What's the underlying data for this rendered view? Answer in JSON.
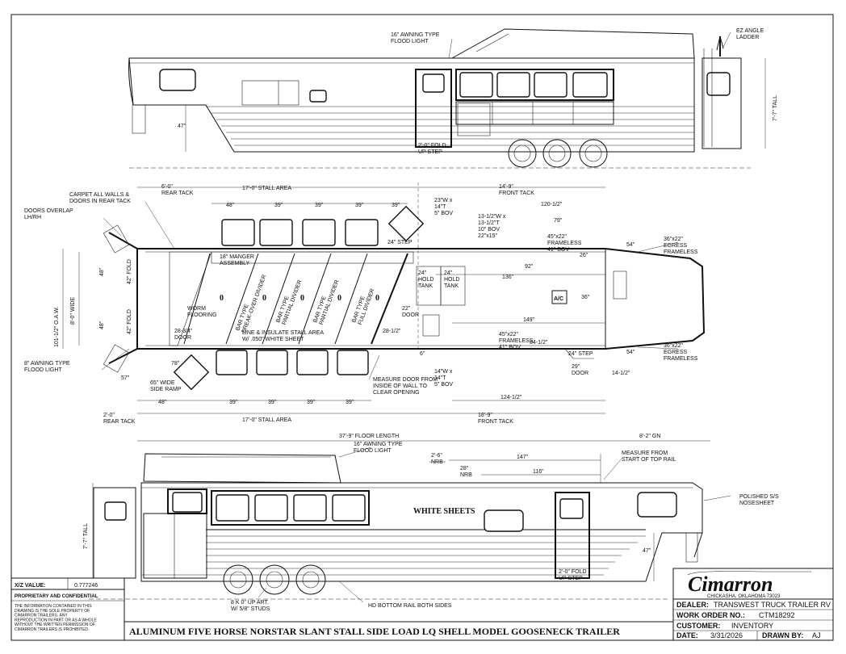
{
  "top_view": {
    "awning_light": "16\" AWNING TYPE\nFLOOD LIGHT",
    "angle_ladder": "EZ ANGLE\nLADDER",
    "height": "7'-7\" TALL",
    "step": "2'-0\" FOLD\nUP STEP",
    "dim_47": "47\""
  },
  "plan_view": {
    "rear_tack_top": "6'-0\"\nREAR TACK",
    "stall_area_top": "17'-0\" STALL AREA",
    "front_tack_top": "14'-9\"\nFRONT TACK",
    "stall_dims_top": [
      "48\"",
      "39\"",
      "39\"",
      "39\"",
      "39\""
    ],
    "carpet": "CARPET ALL WALLS &\nDOORS IN REAR TACK",
    "doors_overlap": "DOORS OVERLAP\nLH/RH",
    "manger": "18\" MANGER\nASSEMBLY",
    "window_23": "23\"W x\n14\"T\n5\" BOV",
    "window_13": "13-1/2\"W x\n13-1/2\"T\n10\" BOV\n22\"x15\"",
    "dim_120": "120-1/2\"",
    "dim_79": "79\"",
    "frameless_top": "45\"x22\"\nFRAMELESS\n41\" BOV",
    "egress_top": "36\"x22\"\nEGRESS\nFRAMELESS",
    "dim_54_top": "54\"",
    "dim_26": "26\"",
    "dim_92": "92\"",
    "dim_136": "136\"",
    "dim_149": "149\"",
    "dim_36_ac": "36\"",
    "ac_label": "A/C",
    "hold_tank_1": "24\"\nHOLD\nTANK",
    "hold_tank_2": "24\"\nHOLD\nTANK",
    "step_24": "24\" STEP",
    "oaw": "101-1/2\" O.A.W.",
    "wide": "8'-0\" WIDE",
    "dim_48_side_1": "48\"",
    "dim_48_side_2": "48\"",
    "fold_labels": [
      "42\" FOLD",
      "42\" FOLD"
    ],
    "worm_flooring": "WORM\nFLOORING",
    "dividers": [
      "BAR TYPE\nBREAK-OVER DIVIDER",
      "BAR TYPE\nPARTIAL DIVIDER",
      "BAR TYPE\nPARTIAL DIVIDER",
      "BAR TYPE\nFULL DIVIDER"
    ],
    "stall_ids": [
      "0",
      "0",
      "0",
      "0",
      "0"
    ],
    "door_28": "28-3/4\"\nDOOR",
    "line_insulate": "LINE & INSULATE STALL AREA\nW/ .050\" WHITE SHEET",
    "dim_22_door": "22\"\nDOOR",
    "dim_28_half": "28-1/2\"",
    "dim_6": "6\"",
    "dim_84": "84-1/2\"",
    "frameless_bot": "45\"x22\"\nFRAMELESS\n41\" BOV",
    "egress_bot": "36\"x22\"\nEGRESS\nFRAMELESS",
    "dim_54_bot": "54\"",
    "step_24_bot": "24\" STEP",
    "door_29": "29\"\nDOOR",
    "dim_14": "14-1/2\"",
    "awning_left": "8\" AWNING TYPE\nFLOOD LIGHT",
    "dim_78": "78\"",
    "dim_57": "57\"",
    "side_ramp": "65\" WIDE\nSIDE RAMP",
    "measure_door": "MEASURE DOOR FROM\nINSIDE OF WALL TO\nCLEAR OPENING",
    "window_bot": "14\"W x\n14\"T\n5\" BOV",
    "dim_124": "124-1/2\"",
    "stall_dims_bot": [
      "48\"",
      "39\"",
      "39\"",
      "39\"",
      "39\""
    ],
    "rear_tack_bot": "2'-0\"\nREAR TACK",
    "stall_area_bot": "17'-0\" STALL AREA",
    "front_tack_bot": "18'-9\"\nFRONT TACK",
    "floor_length": "37'-9\" FLOOR LENGTH",
    "gn": "8'-2\" GN"
  },
  "side_view": {
    "awning_light": "16\" AWNING TYPE\nFLOOD LIGHT",
    "nrb_26": "2'-6\"\nNRB",
    "nrb_28": "28\"\nNRB",
    "dim_147": "147\"",
    "dim_116": "116\"",
    "measure_rail": "MEASURE FROM\nSTART OF TOP RAIL",
    "nosesheet": "POLISHED S/S\nNOSESHEET",
    "white_sheets": "WHITE SHEETS",
    "height": "7'-7\" TALL",
    "dim_47": "47\"",
    "step": "2'-0\" FOLD\nUP STEP",
    "axles": "8 K 0\" UP ART.\nW/ 5/8\" STUDS",
    "bottom_rail": "HD BOTTOM RAIL BOTH SIDES"
  },
  "footer": {
    "xz_label": "X/Z VALUE:",
    "xz_value": "0.777246",
    "proprietary": "PROPRIETARY AND CONFIDENTIAL",
    "notice": "THE INFORMATION CONTAINED IN THIS\nDRAWING IS THE SOLE PROPERTY OF\nCIMARRON TRAILERS. ANY\nREPRODUCTION IN PART OR AS A WHOLE\nWITHOUT THE WRITTEN PERMISSION OF\nCIMARRON TRAILERS IS PROHIBITED.",
    "title": "ALUMINUM FIVE HORSE NORSTAR SLANT STALL SIDE LOAD LQ SHELL MODEL GOOSENECK TRAILER"
  },
  "title_block": {
    "brand": "Cimarron",
    "location": "CHICKASHA, OKLAHOMA 73023",
    "dealer_label": "DEALER:",
    "dealer": "TRANSWEST TRUCK TRAILER RV",
    "work_order_label": "WORK ORDER NO.:",
    "work_order": "CTM18292",
    "customer_label": "CUSTOMER:",
    "customer": "INVENTORY",
    "date_label": "DATE:",
    "date": "3/31/2026",
    "drawn_label": "DRAWN BY:",
    "drawn": "AJ"
  }
}
